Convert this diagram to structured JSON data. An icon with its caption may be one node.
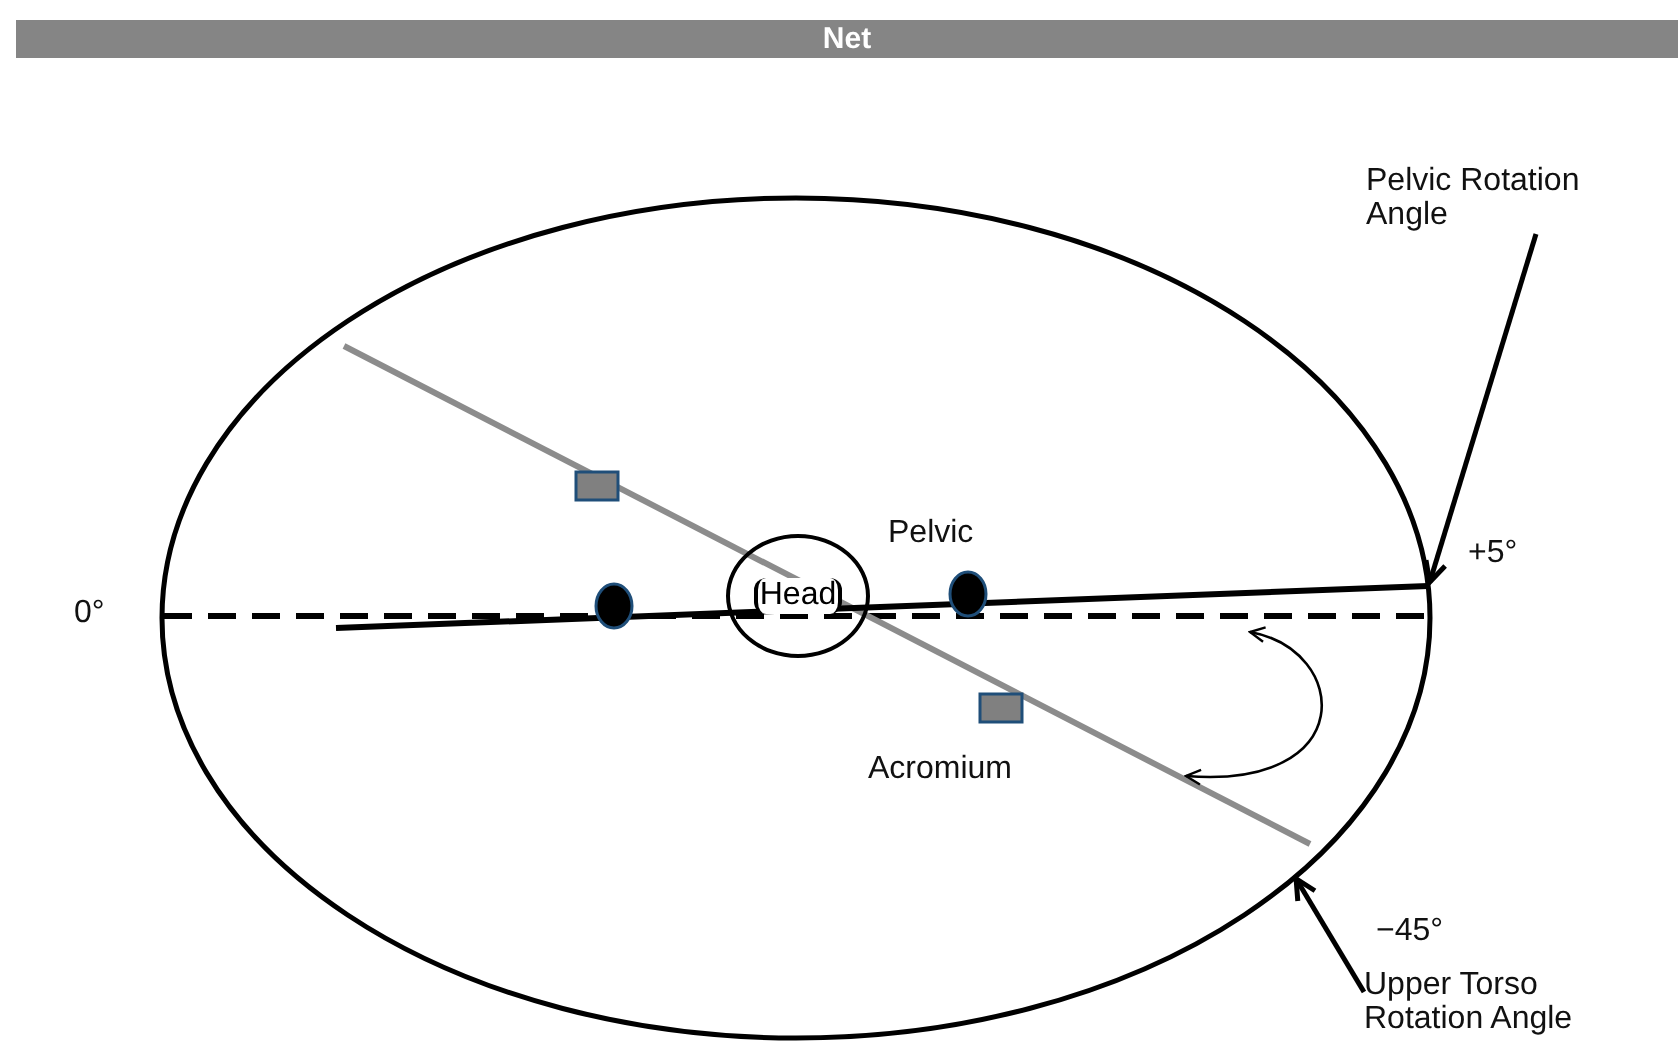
{
  "diagram": {
    "title": "Net",
    "nodes": [
      {
        "text": [],
        "shape": "circle"
      },
      {
        "text": [
          "Head"
        ],
        "in": 0
      },
      {
        "text": [
          "Pelvic Rotation Angle"
        ]
      },
      {
        "text": [
          "Upper Torso Rotation Angle"
        ]
      }
    ],
    "edges": [
      {
        "from": 2,
        "to": 0,
        "arrow": "to"
      },
      {
        "from": 3,
        "to": 0,
        "arrow": "to"
      }
    ],
    "labels": [
      "0°",
      "Pelvic",
      "+5°",
      "Acromium",
      "−45°"
    ]
  }
}
